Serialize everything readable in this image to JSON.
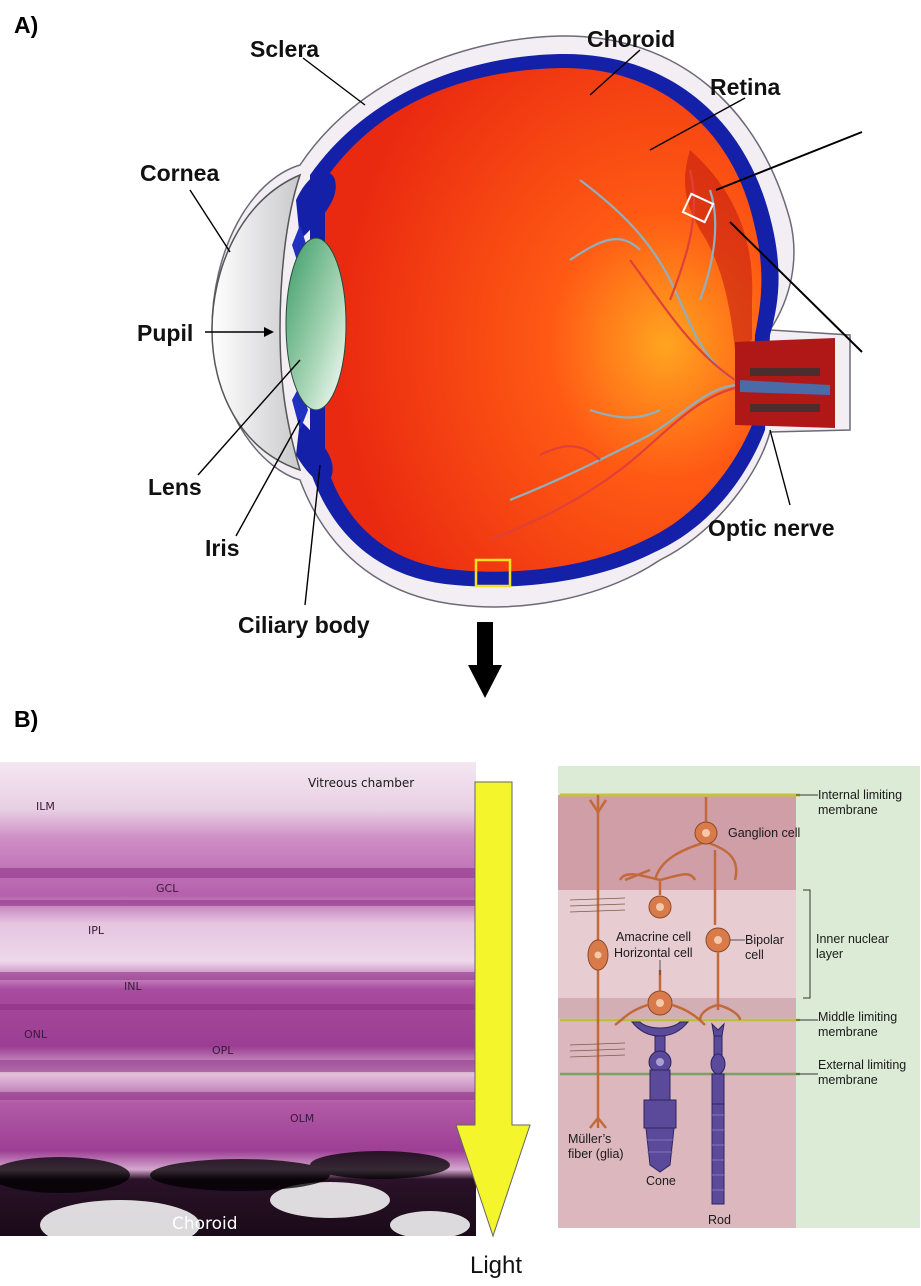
{
  "panelA": {
    "letter": "A)",
    "labels": {
      "sclera": "Sclera",
      "choroid": "Choroid",
      "retina": "Retina",
      "cornea": "Cornea",
      "pupil": "Pupil",
      "lens": "Lens",
      "iris": "Iris",
      "ciliary_body": "Ciliary body",
      "optic_nerve": "Optic nerve"
    }
  },
  "panelB": {
    "letter": "B)",
    "histology": {
      "vitreous": "Vitreous chamber",
      "ilm": "ILM",
      "gcl": "GCL",
      "ipl": "IPL",
      "inl": "INL",
      "onl": "ONL",
      "opl": "OPL",
      "olm": "OLM",
      "choroid": "Choroid"
    },
    "light_label": "Light",
    "schematic": {
      "internal_limiting_1": "Internal limiting",
      "internal_limiting_2": "membrane",
      "ganglion": "Ganglion cell",
      "inner_nuclear_1": "Inner nuclear",
      "inner_nuclear_2": "layer",
      "amacrine": "Amacrine cell",
      "horizontal": "Horizontal cell",
      "bipolar_1": "Bipolar",
      "bipolar_2": "cell",
      "middle_limiting_1": "Middle limiting",
      "middle_limiting_2": "membrane",
      "external_limiting_1": "External limiting",
      "external_limiting_2": "membrane",
      "muller_1": "Müller’s",
      "muller_2": "fiber (glia)",
      "cone": "Cone",
      "rod": "Rod"
    }
  },
  "colors": {
    "eye_red": "#f03a12",
    "choroid_blue": "#1420a8",
    "lens_green": "#6fb38a",
    "light_arrow": "#f5f52a",
    "schematic_bg": "#dcebd6",
    "schematic_pink": "#d9b8bd",
    "cell_orange": "#d97a4a",
    "photoreceptor": "#5b4a9a"
  }
}
